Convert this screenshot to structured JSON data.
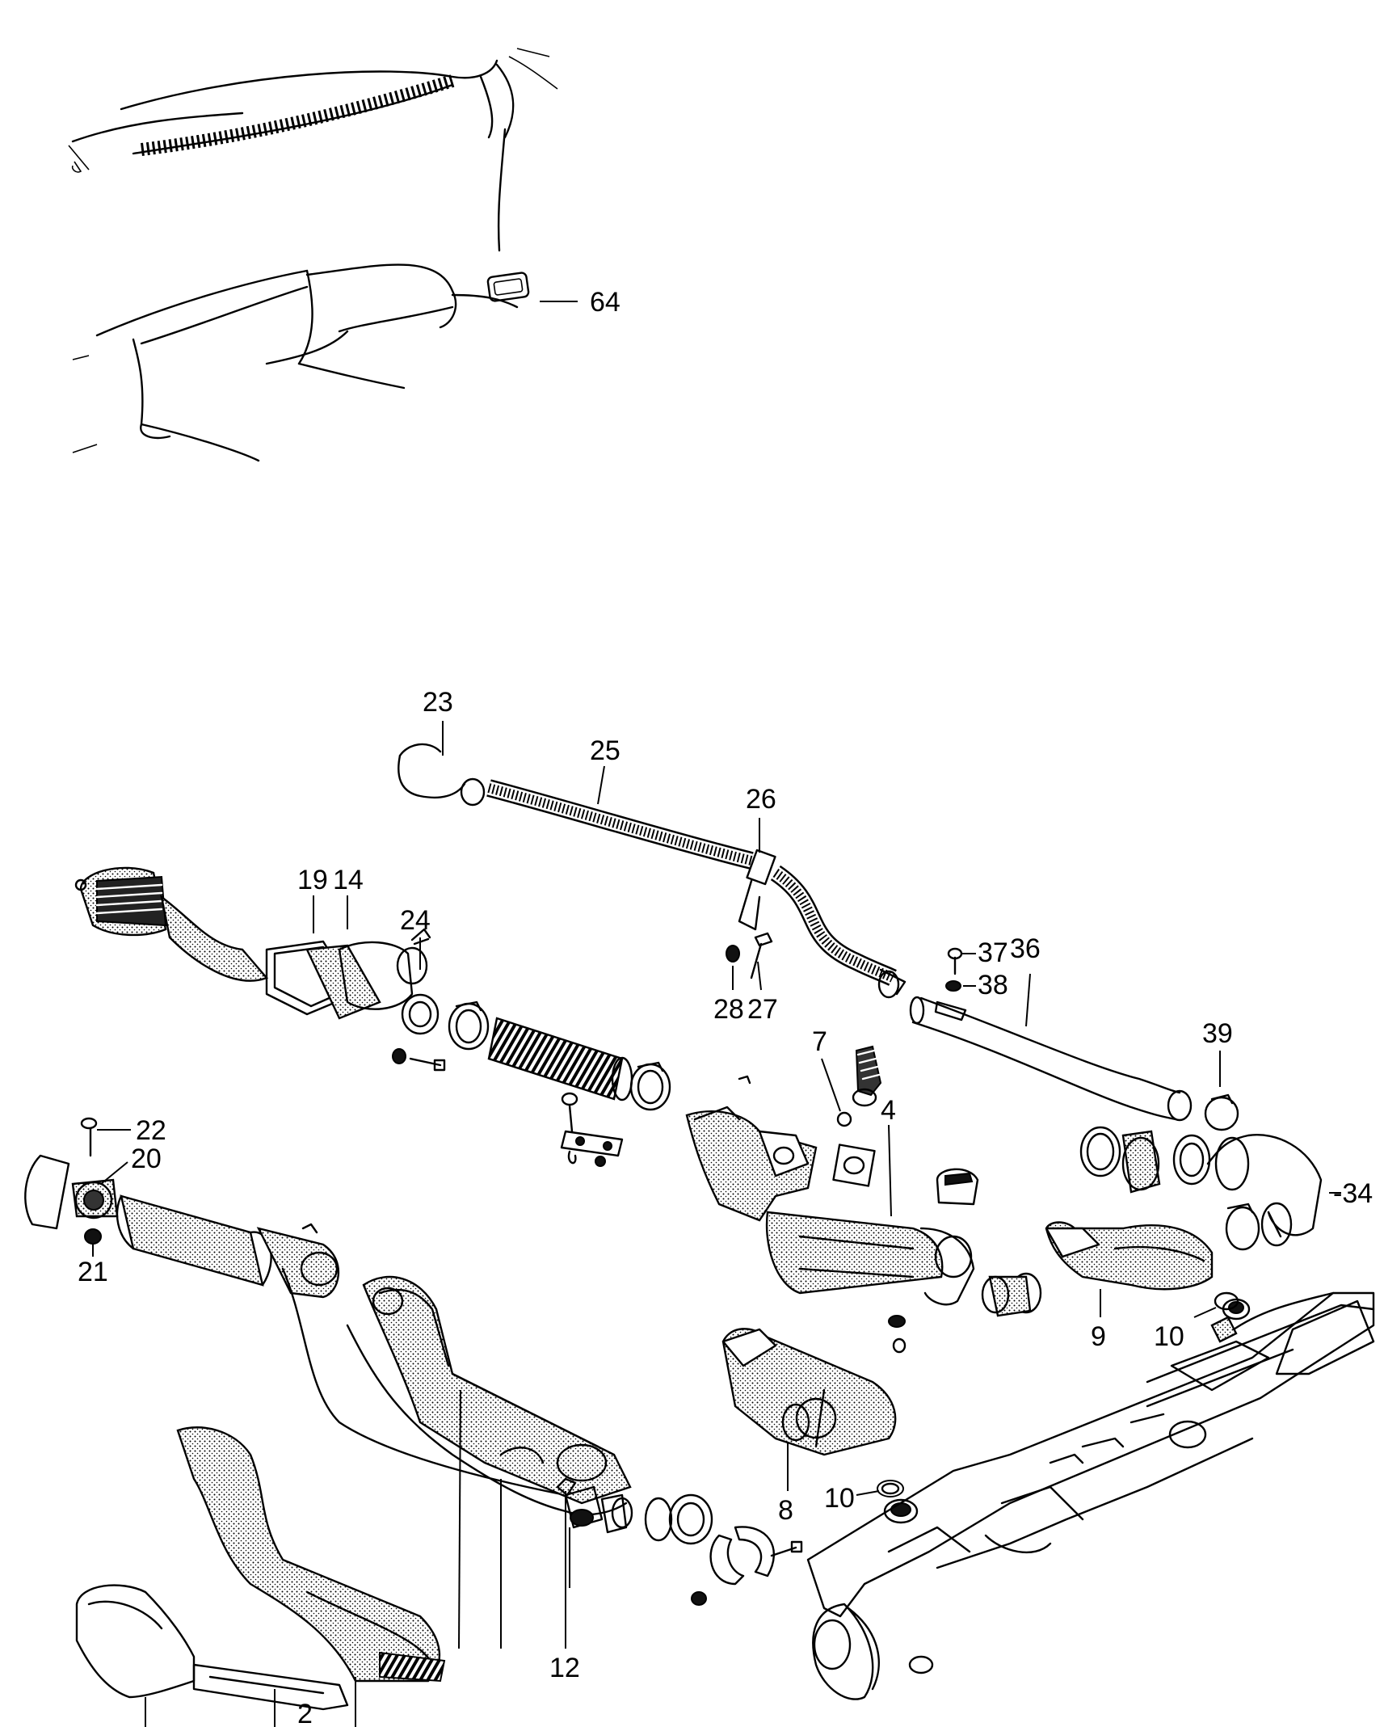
{
  "diagram": {
    "callouts": [
      "64",
      "23",
      "25",
      "26",
      "19",
      "14",
      "24",
      "28",
      "27",
      "37",
      "38",
      "36",
      "39",
      "7",
      "4",
      "34",
      "22",
      "20",
      "21",
      "9",
      "10",
      "8",
      "12",
      "2"
    ]
  }
}
